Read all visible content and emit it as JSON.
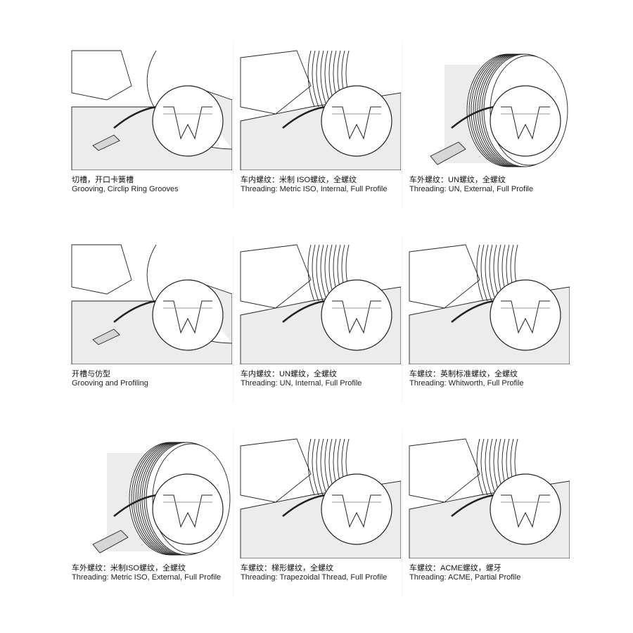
{
  "items": [
    {
      "zh": "切槽，开口卡簧槽",
      "en": "Grooving, Circlip Ring Grooves",
      "kind": "groove"
    },
    {
      "zh": "车内螺纹：米制 ISO螺纹，全螺纹",
      "en": "Threading: Metric ISO, Internal, Full Profile",
      "kind": "internal"
    },
    {
      "zh": "车外螺纹：UN螺纹，全螺纹",
      "en": "Threading: UN, External, Full Profile",
      "kind": "external"
    },
    {
      "zh": "开槽与仿型",
      "en": "Grooving and Profiling",
      "kind": "groove"
    },
    {
      "zh": "车内螺纹：UN螺纹，全螺纹",
      "en": "Threading: UN, Internal, Full Profile",
      "kind": "internal"
    },
    {
      "zh": "车螺纹：英制标准螺纹，全螺纹",
      "en": "Threading: Whitworth, Full Profile",
      "kind": "internal"
    },
    {
      "zh": "车外螺纹：米制ISO螺纹，全螺纹",
      "en": "Threading: Metric ISO, External, Full Profile",
      "kind": "external"
    },
    {
      "zh": "车螺纹：梯形螺纹，全螺纹",
      "en": "Threading: Trapezoidal Thread, Full Profile",
      "kind": "internal"
    },
    {
      "zh": "车螺纹：ACME螺纹，螺牙",
      "en": "Threading: ACME, Partial Profile",
      "kind": "internal"
    }
  ],
  "colors": {
    "stroke": "#222222",
    "fill_light": "#ececec",
    "fill_mid": "#d6d6d6"
  }
}
